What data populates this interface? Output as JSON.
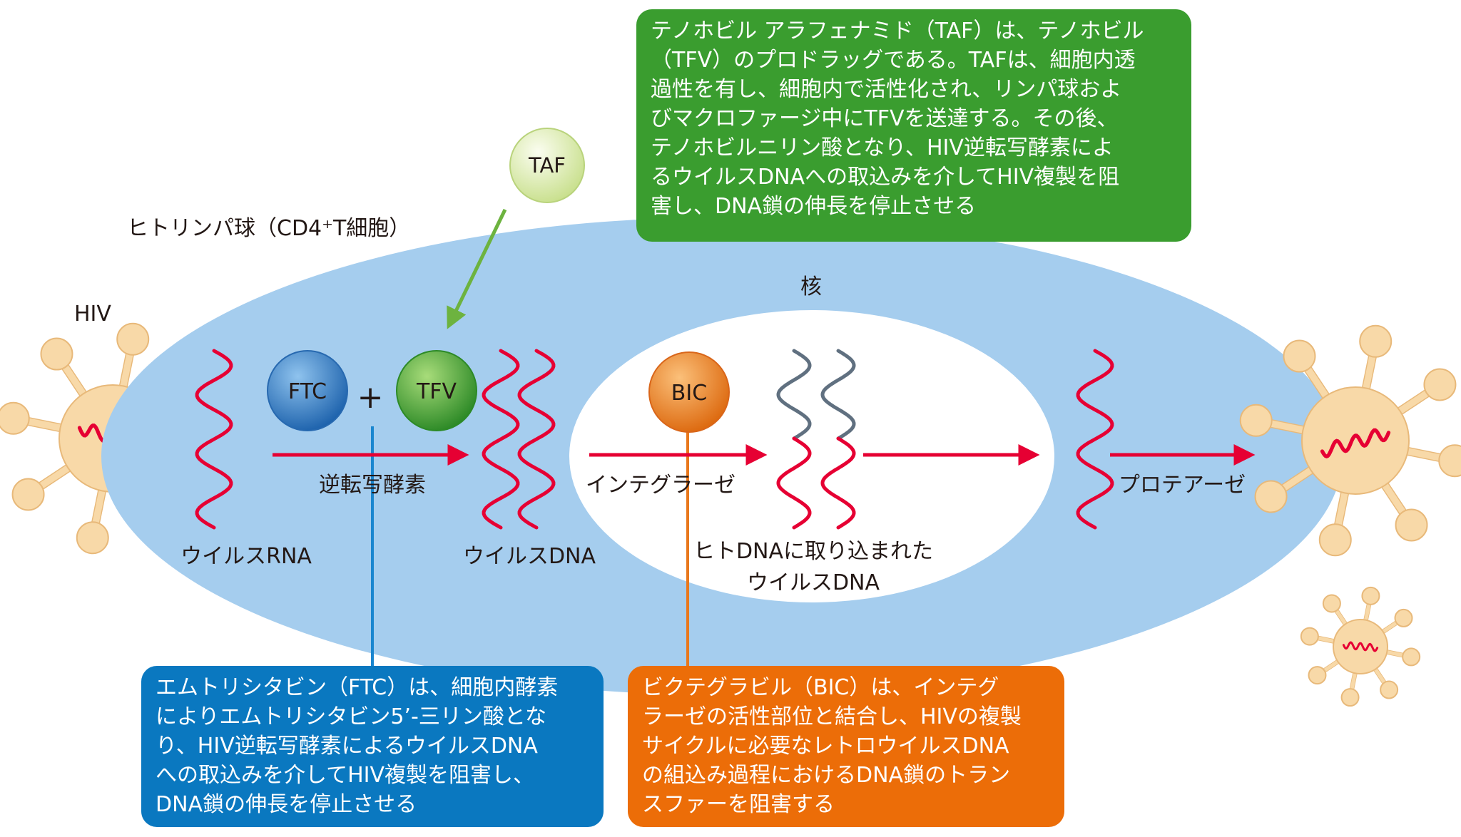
{
  "labels": {
    "cell": "ヒトリンパ球（CD4⁺T細胞）",
    "hiv": "HIV",
    "nucleus": "核",
    "taf": "TAF",
    "ftc": "FTC",
    "tfv": "TFV",
    "bic": "BIC",
    "plus": "+",
    "viral_rna": "ウイルスRNA",
    "viral_dna": "ウイルスDNA",
    "rt": "逆転写酵素",
    "integrase": "インテグラーゼ",
    "integrated_line1": "ヒトDNAに取り込まれた",
    "integrated_line2": "ウイルスDNA",
    "protease": "プロテアーゼ"
  },
  "boxes": {
    "tenofovir": [
      "テノホビル アラフェナミド（TAF）は、テノホビル",
      "（TFV）のプロドラッグである。TAFは、細胞内透",
      "過性を有し、細胞内で活性化され、リンパ球およ",
      "びマクロファージ中にTFVを送達する。その後、",
      "テノホビルニリン酸となり、HIV逆転写酵素によ",
      "るウイルスDNAへの取込みを介してHIV複製を阻",
      "害し、DNA鎖の伸長を停止させる"
    ],
    "ftc": [
      "エムトリシタビン（FTC）は、細胞内酵素",
      "によりエムトリシタビン5’-三リン酸とな",
      "り、HIV逆転写酵素によるウイルスDNA",
      "への取込みを介してHIV複製を阻害し、",
      "DNA鎖の伸長を停止させる"
    ],
    "bic": [
      "ビクテグラビル（BIC）は、インテグ",
      "ラーゼの活性部位と結合し、HIVの複製",
      "サイクルに必要なレトロウイルスDNA",
      "の組込み過程におけるDNA鎖のトラン",
      "スファーを阻害する"
    ]
  },
  "colors": {
    "cell": "#a5cdee",
    "nucleus": "#ffffff",
    "strand_viral": "#e60033",
    "strand_human": "#607080",
    "arrow": "#e60033",
    "taf_arrow": "#6db33f",
    "virus": "#f8d9a8",
    "virus_stroke": "#e8b97a",
    "taf_ball": "#e6f0c0",
    "ftc_ball": "#2f7fca",
    "tfv_ball": "#3d9a33",
    "bic_ball": "#ec7a1c",
    "tenofovir_box": "#3a9d2f",
    "ftc_box": "#0a78c0",
    "bic_box": "#ec6d08",
    "ftc_line": "#1a86cf",
    "bic_line": "#e9781c"
  }
}
